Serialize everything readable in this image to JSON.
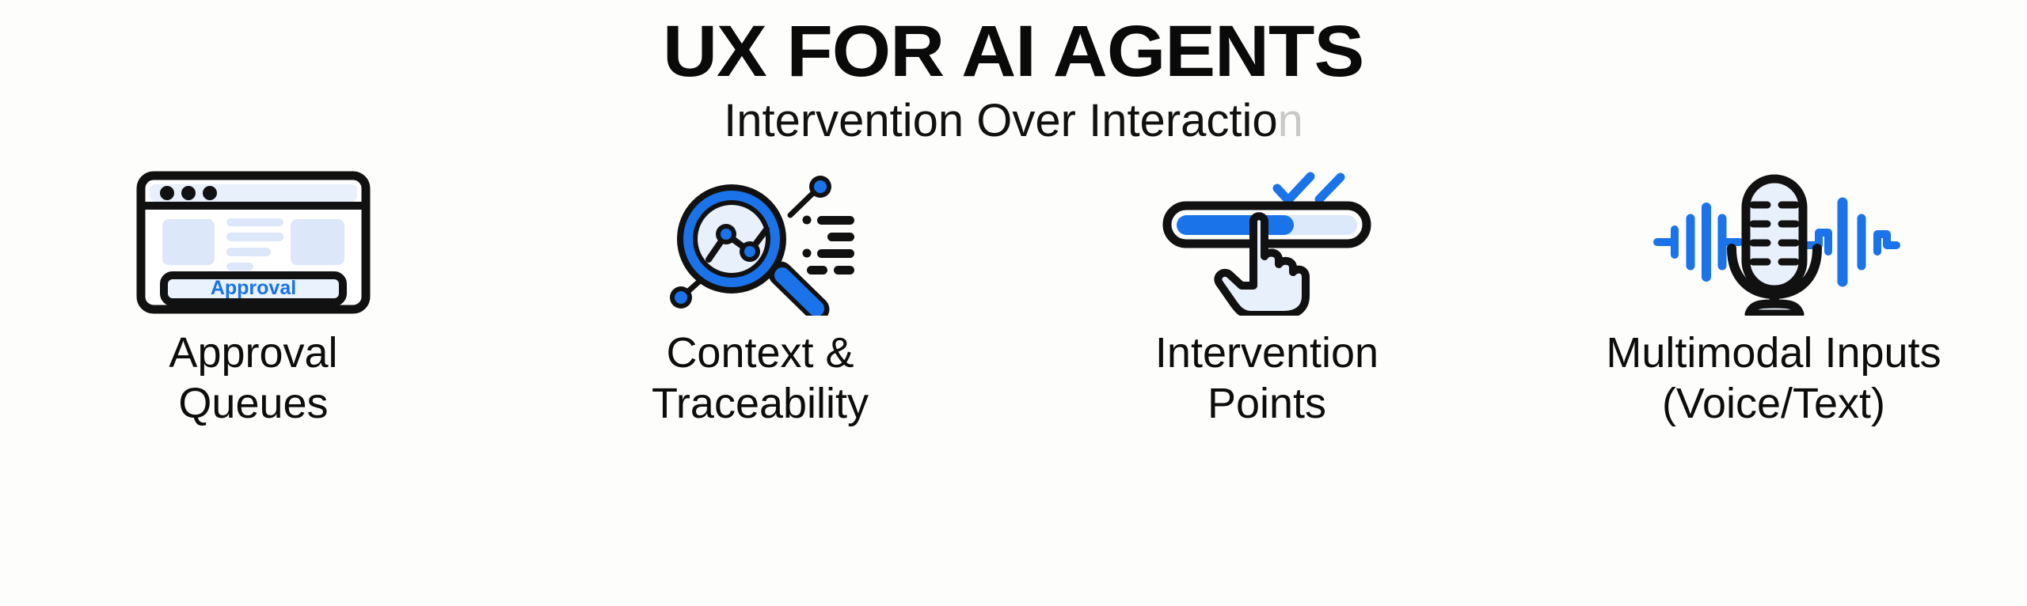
{
  "header": {
    "title": "UX FOR AI AGENTS",
    "subtitle_main": "Intervention Over Interactio",
    "subtitle_tail": "n",
    "subtitle_full": "Intervention Over Interaction"
  },
  "colors": {
    "accent_blue": "#1a73e8",
    "accent_blue_dark": "#1564d0",
    "light_blue_fill": "#dce8fa",
    "pale_blue_fill": "#eaf2fd",
    "outline_black": "#111111",
    "background": "#fdfdfb",
    "text_black": "#0d0d0d"
  },
  "cards": [
    {
      "icon": "browser-approval-window-icon",
      "caption": "Approval\nQueues",
      "button_label": "Approval"
    },
    {
      "icon": "magnifier-chart-icon",
      "caption": "Context &\nTraceability"
    },
    {
      "icon": "tap-toggle-hand-icon",
      "caption": "Intervention\nPoints"
    },
    {
      "icon": "microphone-waveform-icon",
      "caption": "Multimodal Inputs\n(Voice/Text)"
    }
  ]
}
